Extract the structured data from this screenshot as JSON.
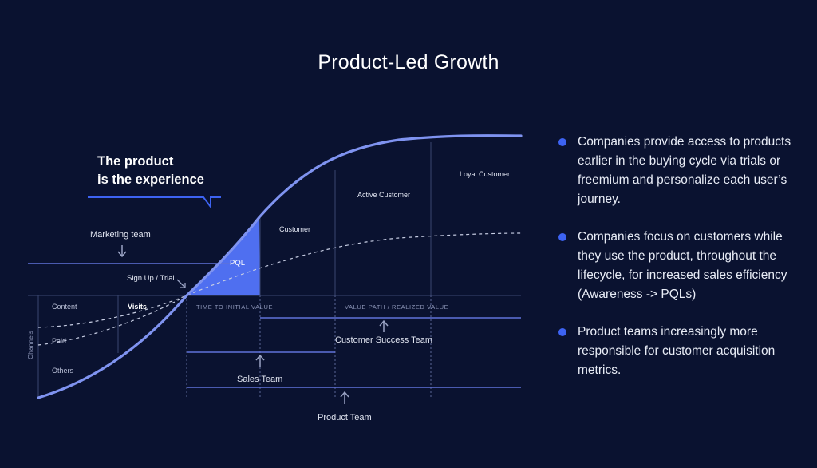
{
  "title": "Product-Led Growth",
  "tagline": [
    "The product",
    "is the experience"
  ],
  "labels": {
    "marketing_team": "Marketing team",
    "signup_trial": "Sign Up / Trial",
    "pql": "PQL",
    "customer": "Customer",
    "active_customer": "Active Customer",
    "loyal_customer": "Loyal Customer",
    "time_to_initial_value": "TIME TO INITIAL VALUE",
    "value_path": "VALUE PATH / REALIZED VALUE",
    "channels": "Channels",
    "content": "Content",
    "visits": "Visits",
    "paid": "Paid",
    "others": "Others",
    "customer_success_team": "Customer Success Team",
    "sales_team": "Sales Team",
    "product_team": "Product Team"
  },
  "bullets": [
    "Companies provide access to products earlier in the buying cycle via trials or freemium and personalize each user’s journey.",
    "Companies focus on customers while they use the product, throughout the lifecycle, for increased sales efficiency (Awareness -> PQLs)",
    "Product teams increasingly more responsible for customer acquisition metrics."
  ],
  "colors": {
    "background": "#0a1230",
    "curve": "#7f93f0",
    "pql_fill": "#4f6ff0",
    "bullet_dot": "#3d63f2",
    "line": "#5f72d9"
  }
}
